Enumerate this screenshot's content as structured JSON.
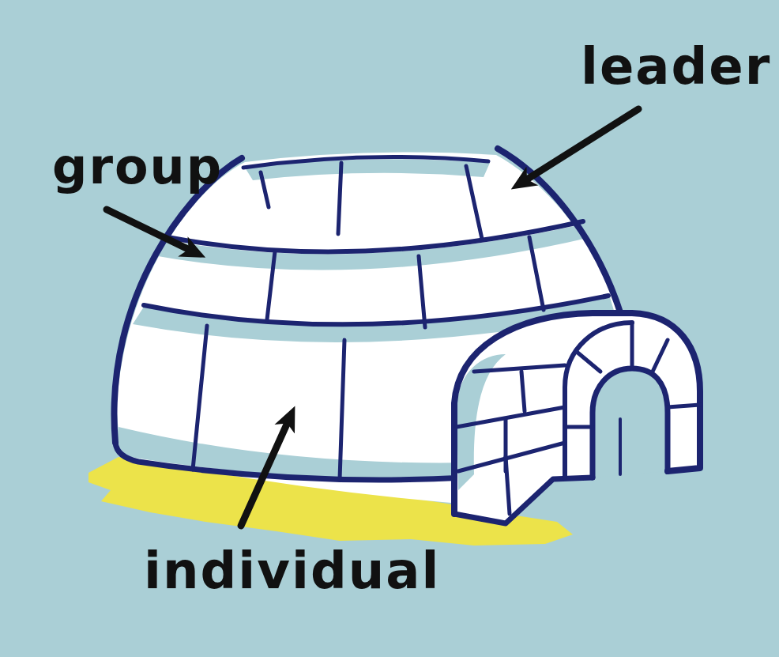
{
  "diagram": {
    "labels": [
      "leader",
      "group",
      "individual"
    ]
  }
}
